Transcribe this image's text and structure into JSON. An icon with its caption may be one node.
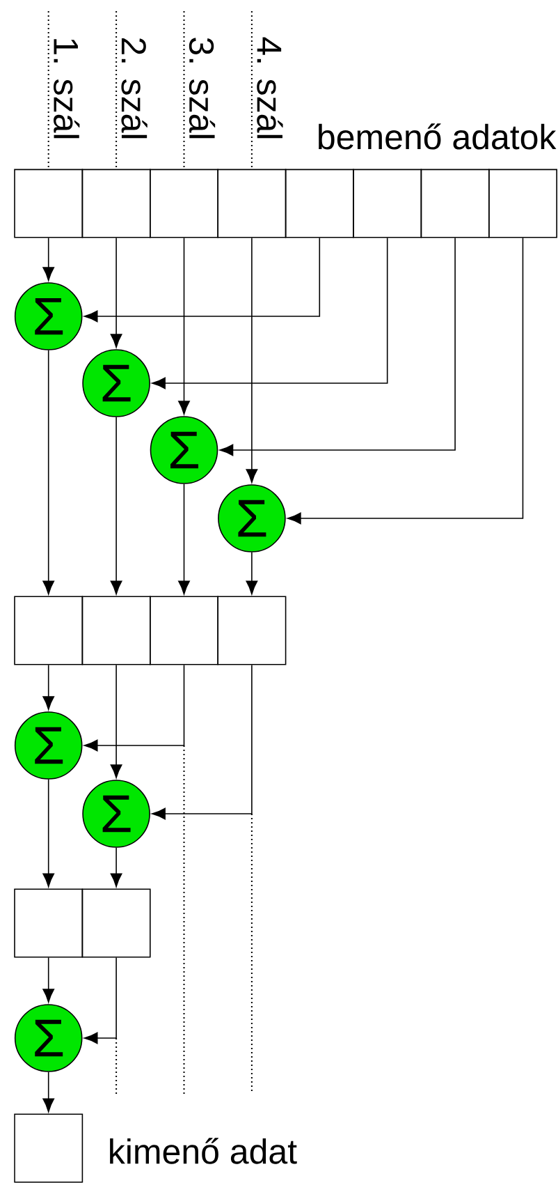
{
  "diagram": {
    "nodes": [
      {
        "text": [],
        "shape": "box"
      },
      {
        "text": [],
        "shape": "box"
      },
      {
        "text": [],
        "shape": "box"
      },
      {
        "text": [],
        "shape": "box"
      },
      {
        "text": [],
        "shape": "box"
      },
      {
        "text": [],
        "shape": "box"
      },
      {
        "text": [],
        "shape": "box"
      },
      {
        "text": [],
        "shape": "box"
      },
      {
        "text": [
          "Σ"
        ]
      },
      {
        "text": [
          "Σ"
        ]
      },
      {
        "text": [
          "Σ"
        ]
      },
      {
        "text": [
          "Σ"
        ]
      },
      {
        "text": [],
        "shape": "box"
      },
      {
        "text": [],
        "shape": "box"
      },
      {
        "text": [],
        "shape": "box"
      },
      {
        "text": [],
        "shape": "box"
      },
      {
        "text": [
          "Σ"
        ]
      },
      {
        "text": [
          "Σ"
        ]
      },
      {
        "text": [],
        "shape": "box"
      },
      {
        "text": [],
        "shape": "box"
      },
      {
        "text": [
          "Σ"
        ]
      },
      {
        "text": [],
        "shape": "box",
        "beside": [
          "kimenő adat"
        ]
      }
    ],
    "edges": [
      {
        "from": 0,
        "to": 8,
        "arrow": "to"
      },
      {
        "from": 4,
        "to": 8,
        "arrow": "to"
      },
      {
        "from": 1,
        "to": 9,
        "arrow": "to"
      },
      {
        "from": 5,
        "to": 9,
        "arrow": "to"
      },
      {
        "from": 2,
        "to": 10,
        "arrow": "to"
      },
      {
        "from": 6,
        "to": 10,
        "arrow": "to"
      },
      {
        "from": 3,
        "to": 11,
        "arrow": "to"
      },
      {
        "from": 7,
        "to": 11,
        "arrow": "to"
      },
      {
        "from": 8,
        "to": 12,
        "arrow": "to"
      },
      {
        "from": 9,
        "to": 13,
        "arrow": "to"
      },
      {
        "from": 10,
        "to": 14,
        "arrow": "to"
      },
      {
        "from": 11,
        "to": 15,
        "arrow": "to"
      },
      {
        "from": 12,
        "to": 16,
        "arrow": "to"
      },
      {
        "from": 14,
        "to": 16,
        "arrow": "to"
      },
      {
        "from": 13,
        "to": 17,
        "arrow": "to"
      },
      {
        "from": 15,
        "to": 17,
        "arrow": "to"
      },
      {
        "from": 16,
        "to": 18,
        "arrow": "to"
      },
      {
        "from": 17,
        "to": 19,
        "arrow": "to"
      },
      {
        "from": 18,
        "to": 20,
        "arrow": "to"
      },
      {
        "from": 19,
        "to": 20,
        "arrow": "to"
      },
      {
        "from": 20,
        "to": 21,
        "arrow": "to"
      }
    ],
    "labels": [
      "1. szál",
      "2. szál",
      "3. szál",
      "4. szál",
      "bemenő adatok"
    ]
  }
}
